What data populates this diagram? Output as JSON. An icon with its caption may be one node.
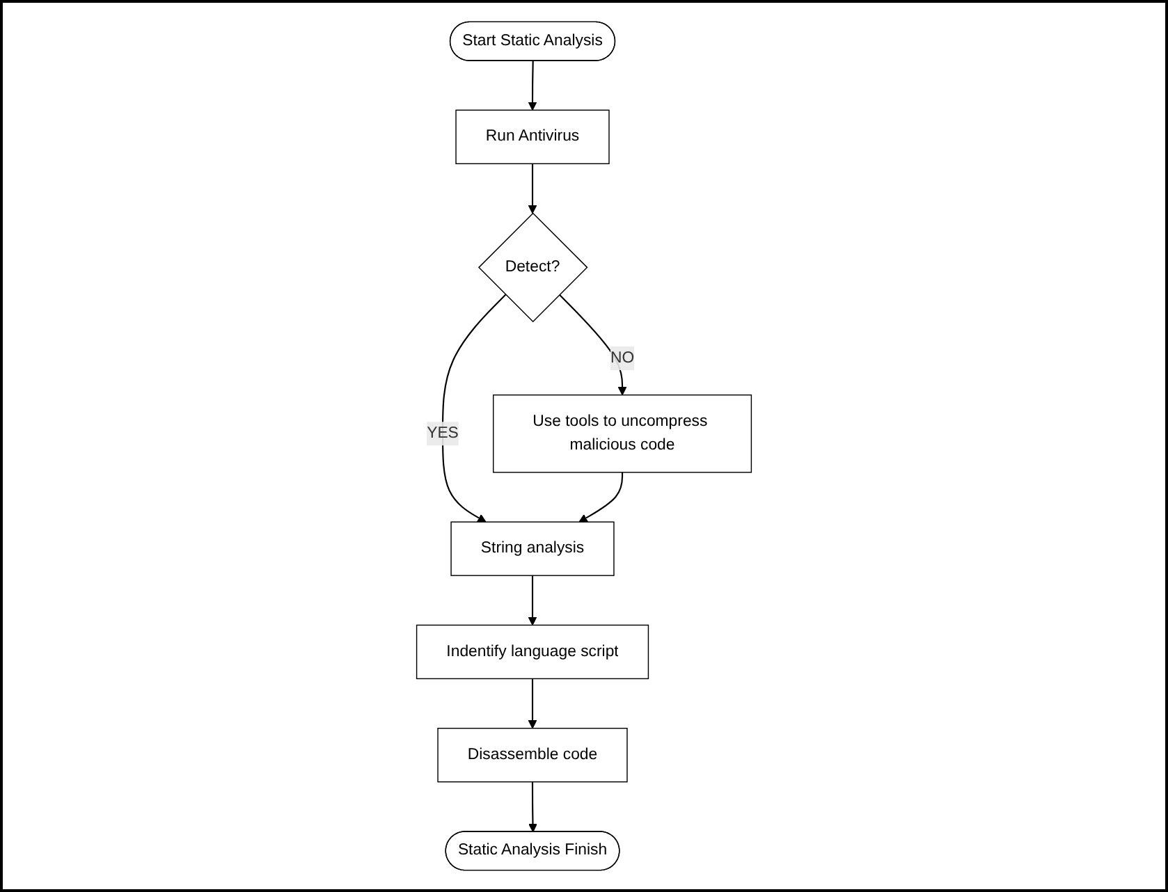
{
  "diagram": {
    "nodes": [
      {
        "text": [
          "Start Static Analysis"
        ]
      },
      {
        "text": [
          "Run Antivirus"
        ]
      },
      {
        "text": [
          "Detect?"
        ]
      },
      {
        "text": [
          "Use tools to uncompress malicious code"
        ]
      },
      {
        "text": [
          "String analysis"
        ]
      },
      {
        "text": [
          "Indentify language script"
        ]
      },
      {
        "text": [
          "Disassemble code"
        ]
      },
      {
        "text": [
          "Static Analysis Finish"
        ]
      }
    ],
    "edges": [
      {
        "from": 0,
        "to": 1,
        "arrow": "to"
      },
      {
        "from": 1,
        "to": 2,
        "arrow": "to"
      },
      {
        "from": 2,
        "to": 3,
        "label": "NO",
        "arrow": "to"
      },
      {
        "from": 2,
        "to": 4,
        "label": "YES",
        "arrow": "to"
      },
      {
        "from": 3,
        "to": 4,
        "arrow": "to"
      },
      {
        "from": 4,
        "to": 5,
        "arrow": "to"
      },
      {
        "from": 5,
        "to": 6,
        "arrow": "to"
      },
      {
        "from": 6,
        "to": 7,
        "arrow": "to"
      }
    ]
  }
}
